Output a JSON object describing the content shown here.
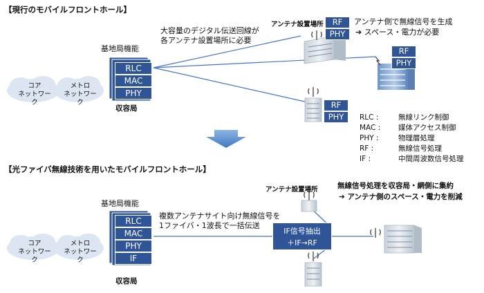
{
  "colors": {
    "block_blue": "#2f5597",
    "block_text": "#ffffff",
    "line_blue": "#4472c4",
    "arrow_blue": "#5b9bd5",
    "cloud_fill": "#dce6f2",
    "building_light": "#dde3ea",
    "building_blue": "#7ea6d6",
    "if_box": "#2f5597"
  },
  "section1": {
    "title": "【現行のモバイルフロントホール】",
    "core_network": "コア\nネットワーク",
    "metro_network": "メトロ\nネットワーク",
    "base_station_function": "基地局機能",
    "stack": [
      "RLC",
      "MAC",
      "PHY"
    ],
    "office_label": "収容局",
    "line_note": "大容量のデジタル伝送回線が\n各アンテナ設置場所に必要",
    "antenna_site_label": "アンテナ設置場所",
    "remote_stack": [
      "RF",
      "PHY"
    ],
    "remote_note_line1": "アンテナ側で無線信号を生成",
    "remote_note_line2": "スペース・電力が必要",
    "note_arrow": "➔"
  },
  "legend": [
    {
      "key": "RLC :",
      "value": "無線リンク制御"
    },
    {
      "key": "MAC :",
      "value": "媒体アクセス制御"
    },
    {
      "key": "PHY :",
      "value": "物理層処理"
    },
    {
      "key": "RF :",
      "value": "無線信号処理"
    },
    {
      "key": "IF :",
      "value": "中間周波数信号処理"
    }
  ],
  "section2": {
    "title": "【光ファイバ無線技術を用いたモバイルフロントホール】",
    "core_network": "コア\nネットワーク",
    "metro_network": "メトロ\nネットワーク",
    "base_station_function": "基地局機能",
    "stack": [
      "RLC",
      "MAC",
      "PHY",
      "IF"
    ],
    "office_label": "収容局",
    "line_note": "複数アンテナサイト向け無線信号を\n1ファイバ・1波長で一括伝送",
    "antenna_site_label": "アンテナ設置場所",
    "if_box_line1": "IF信号抽出",
    "if_box_line2": "＋IF→RF",
    "remote_note_line1": "無線信号処理を収容局・網側に集約",
    "remote_note_line2": "アンテナ側のスペース・電力を削減",
    "note_arrow": "➔"
  }
}
